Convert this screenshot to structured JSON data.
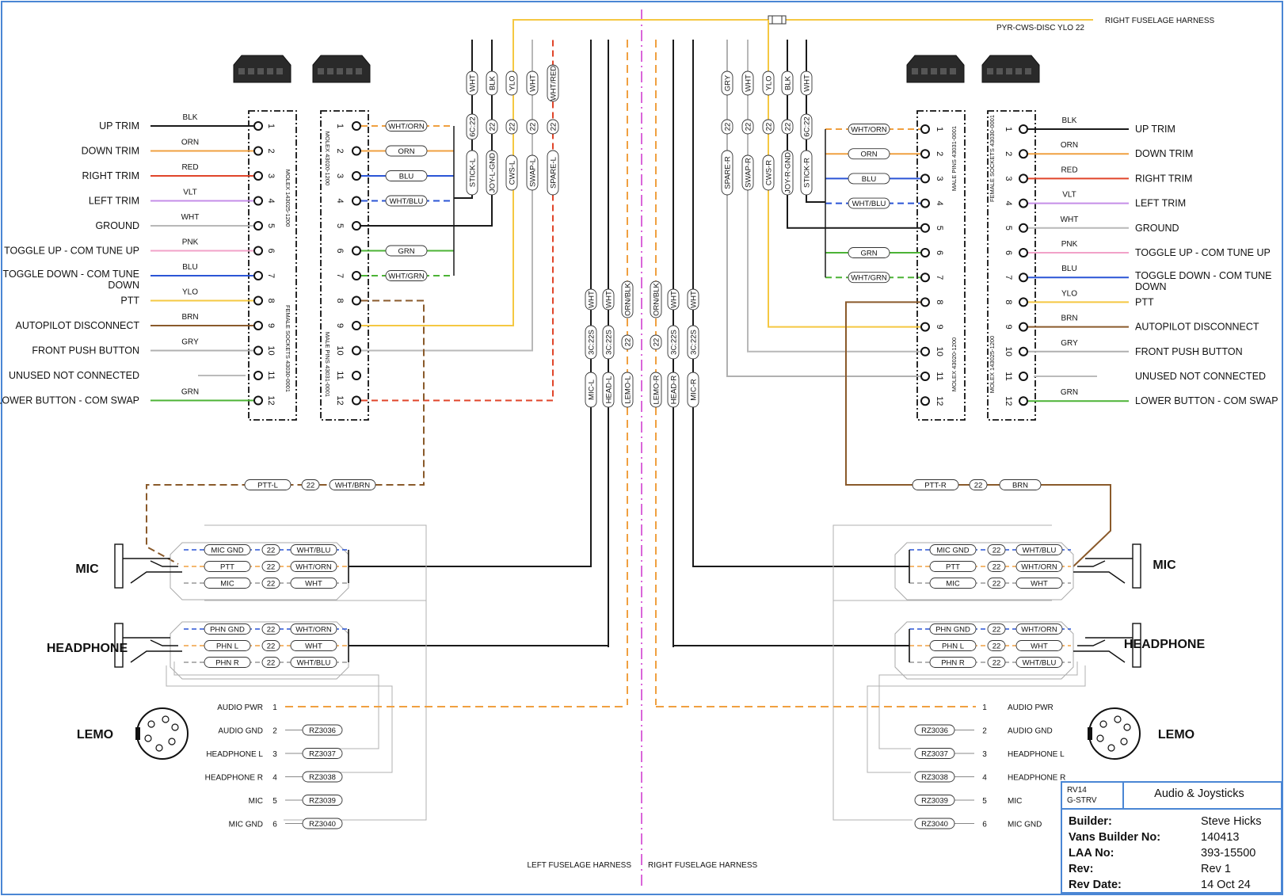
{
  "colors": {
    "BLK": "#1a1a1a",
    "ORN": "#f0a040",
    "RED": "#e0452a",
    "VLT": "#c58ee8",
    "WHT": "#b8b8b8",
    "PNK": "#f2a2c8",
    "BLU": "#2b55d6",
    "YLO": "#f5c842",
    "BRN": "#8a5a2b",
    "GRY": "#b0b0b0",
    "GRN": "#4cb336",
    "frame": "#4a86d4",
    "label_red": "#e0452a",
    "label_green": "#4cb336",
    "label_blue": "#2b45c9",
    "label_harness": "#4cb336",
    "centerline": "#d040d0"
  },
  "header": {
    "right_harness_top": "RIGHT FUSELAGE HARNESS",
    "pyr_wire": "PYR-CWS-DISC  YLO  22"
  },
  "left_stick": {
    "pins": [
      {
        "num": "1",
        "label": "UP TRIM",
        "color": "BLK"
      },
      {
        "num": "2",
        "label": "DOWN TRIM",
        "color": "ORN"
      },
      {
        "num": "3",
        "label": "RIGHT TRIM",
        "color": "RED"
      },
      {
        "num": "4",
        "label": "LEFT TRIM",
        "color": "VLT"
      },
      {
        "num": "5",
        "label": "GROUND",
        "color": "WHT"
      },
      {
        "num": "6",
        "label": "TOGGLE UP - COM TUNE UP",
        "color": "PNK"
      },
      {
        "num": "7",
        "label": "TOGGLE DOWN - COM TUNE DOWN",
        "color": "BLU"
      },
      {
        "num": "8",
        "label": "PTT",
        "color": "YLO"
      },
      {
        "num": "9",
        "label": "AUTOPILOT DISCONNECT",
        "color": "BRN"
      },
      {
        "num": "10",
        "label": "FRONT PUSH BUTTON",
        "color": "GRY"
      },
      {
        "num": "11",
        "label": "UNUSED NOT CONNECTED",
        "color": ""
      },
      {
        "num": "12",
        "label": "LOWER BUTTON - COM SWAP",
        "color": "GRN"
      }
    ],
    "conn_a": "MOLEX 143025-1200",
    "conn_a2": "FEMALE SOCKETS 43030-0001",
    "conn_b": "MOLEX 43020-1200",
    "conn_b2": "MALE PINS 43031-0001",
    "tags": [
      "WHT/ORN",
      "ORN",
      "BLU",
      "WHT/BLU",
      "",
      "GRN",
      "WHT/GRN",
      "",
      "",
      "",
      "",
      ""
    ]
  },
  "right_stick": {
    "pins": [
      {
        "num": "1",
        "label": "UP TRIM",
        "color": "BLK"
      },
      {
        "num": "2",
        "label": "DOWN TRIM",
        "color": "ORN"
      },
      {
        "num": "3",
        "label": "RIGHT TRIM",
        "color": "RED"
      },
      {
        "num": "4",
        "label": "LEFT TRIM",
        "color": "VLT"
      },
      {
        "num": "5",
        "label": "GROUND",
        "color": "WHT"
      },
      {
        "num": "6",
        "label": "TOGGLE UP - COM TUNE UP",
        "color": "PNK"
      },
      {
        "num": "7",
        "label": "TOGGLE DOWN - COM TUNE DOWN",
        "color": "BLU"
      },
      {
        "num": "8",
        "label": "PTT",
        "color": "YLO"
      },
      {
        "num": "9",
        "label": "AUTOPILOT DISCONNECT",
        "color": "BRN"
      },
      {
        "num": "10",
        "label": "FRONT PUSH BUTTON",
        "color": "GRY"
      },
      {
        "num": "11",
        "label": "UNUSED NOT CONNECTED",
        "color": ""
      },
      {
        "num": "12",
        "label": "LOWER BUTTON - COM SWAP",
        "color": "GRN"
      }
    ],
    "conn_a": "MALE PINS 43031-0001",
    "conn_a2": "MOLEX 43020-1200",
    "conn_b": "FEMALE SOCKETS 43030-0001",
    "conn_b2": "MOLEX 143025-1200",
    "tags": [
      "WHT/ORN",
      "ORN",
      "BLU",
      "WHT/BLU",
      "",
      "GRN",
      "WHT/GRN",
      "",
      "",
      "",
      "",
      ""
    ]
  },
  "left_cable_top": [
    {
      "top": "WHT",
      "mid": "6C:22",
      "bot": "STICK-L"
    },
    {
      "top": "BLK",
      "mid": "22",
      "bot": "JOY-L-GND"
    },
    {
      "top": "YLO",
      "mid": "22",
      "bot": "CWS-L"
    },
    {
      "top": "WHT",
      "mid": "22",
      "bot": "SWAP-L"
    },
    {
      "top": "WHT/RED",
      "mid": "22",
      "bot": "SPARE-L"
    }
  ],
  "right_cable_top": [
    {
      "top": "GRY",
      "mid": "22",
      "bot": "SPARE-R"
    },
    {
      "top": "WHT",
      "mid": "22",
      "bot": "SWAP-R"
    },
    {
      "top": "YLO",
      "mid": "22",
      "bot": "CWS-R"
    },
    {
      "top": "BLK",
      "mid": "22",
      "bot": "JOY-R-GND"
    },
    {
      "top": "WHT",
      "mid": "6C:22",
      "bot": "STICK-R"
    }
  ],
  "center_cables_left": [
    {
      "top": "WHT",
      "mid": "3C:22S",
      "bot": "MIC-L"
    },
    {
      "top": "WHT",
      "mid": "3C:22S",
      "bot": "HEAD-L"
    },
    {
      "top": "ORN/BLK",
      "mid": "22",
      "bot": "LEMO-L"
    }
  ],
  "center_cables_right": [
    {
      "top": "ORN/BLK",
      "mid": "22",
      "bot": "LEMO-R"
    },
    {
      "top": "WHT",
      "mid": "3C:22S",
      "bot": "HEAD-R"
    },
    {
      "top": "WHT",
      "mid": "3C:22S",
      "bot": "MIC-R"
    }
  ],
  "ptt_left": [
    "PTT-L",
    "22",
    "WHT/BRN"
  ],
  "ptt_right": [
    "PTT-R",
    "22",
    "BRN"
  ],
  "mic": {
    "title": "MIC",
    "rows": [
      [
        "MIC GND",
        "22",
        "WHT/BLU"
      ],
      [
        "PTT",
        "22",
        "WHT/ORN"
      ],
      [
        "MIC",
        "22",
        "WHT"
      ]
    ]
  },
  "headphone": {
    "title": "HEADPHONE",
    "rows": [
      [
        "PHN GND",
        "22",
        "WHT/ORN"
      ],
      [
        "PHN L",
        "22",
        "WHT"
      ],
      [
        "PHN R",
        "22",
        "WHT/BLU"
      ]
    ]
  },
  "lemo": {
    "title": "LEMO",
    "pins": [
      {
        "num": "1",
        "label": "AUDIO PWR",
        "color": "label_red",
        "res": ""
      },
      {
        "num": "2",
        "label": "AUDIO GND",
        "color": "label_green",
        "res": "RZ3036"
      },
      {
        "num": "3",
        "label": "HEADPHONE L",
        "color": "label_blue",
        "res": "RZ3037"
      },
      {
        "num": "4",
        "label": "HEADPHONE R",
        "color": "label_blue",
        "res": "RZ3038"
      },
      {
        "num": "5",
        "label": "MIC",
        "color": "label_blue",
        "res": "RZ3039"
      },
      {
        "num": "6",
        "label": "MIC GND",
        "color": "label_green",
        "res": "RZ3040"
      }
    ]
  },
  "footer": {
    "left_harness": "LEFT FUSELAGE HARNESS",
    "right_harness": "RIGHT FUSELAGE HARNESS"
  },
  "title_block": {
    "aircraft": "RV14",
    "reg": "G-STRV",
    "title": "Audio & Joysticks",
    "rows": [
      {
        "k": "Builder:",
        "v": "Steve Hicks"
      },
      {
        "k": "Vans Builder No:",
        "v": "140413"
      },
      {
        "k": "LAA No:",
        "v": "393-15500"
      },
      {
        "k": "Rev:",
        "v": "Rev 1"
      },
      {
        "k": "Rev Date:",
        "v": "14 Oct 24"
      }
    ]
  }
}
